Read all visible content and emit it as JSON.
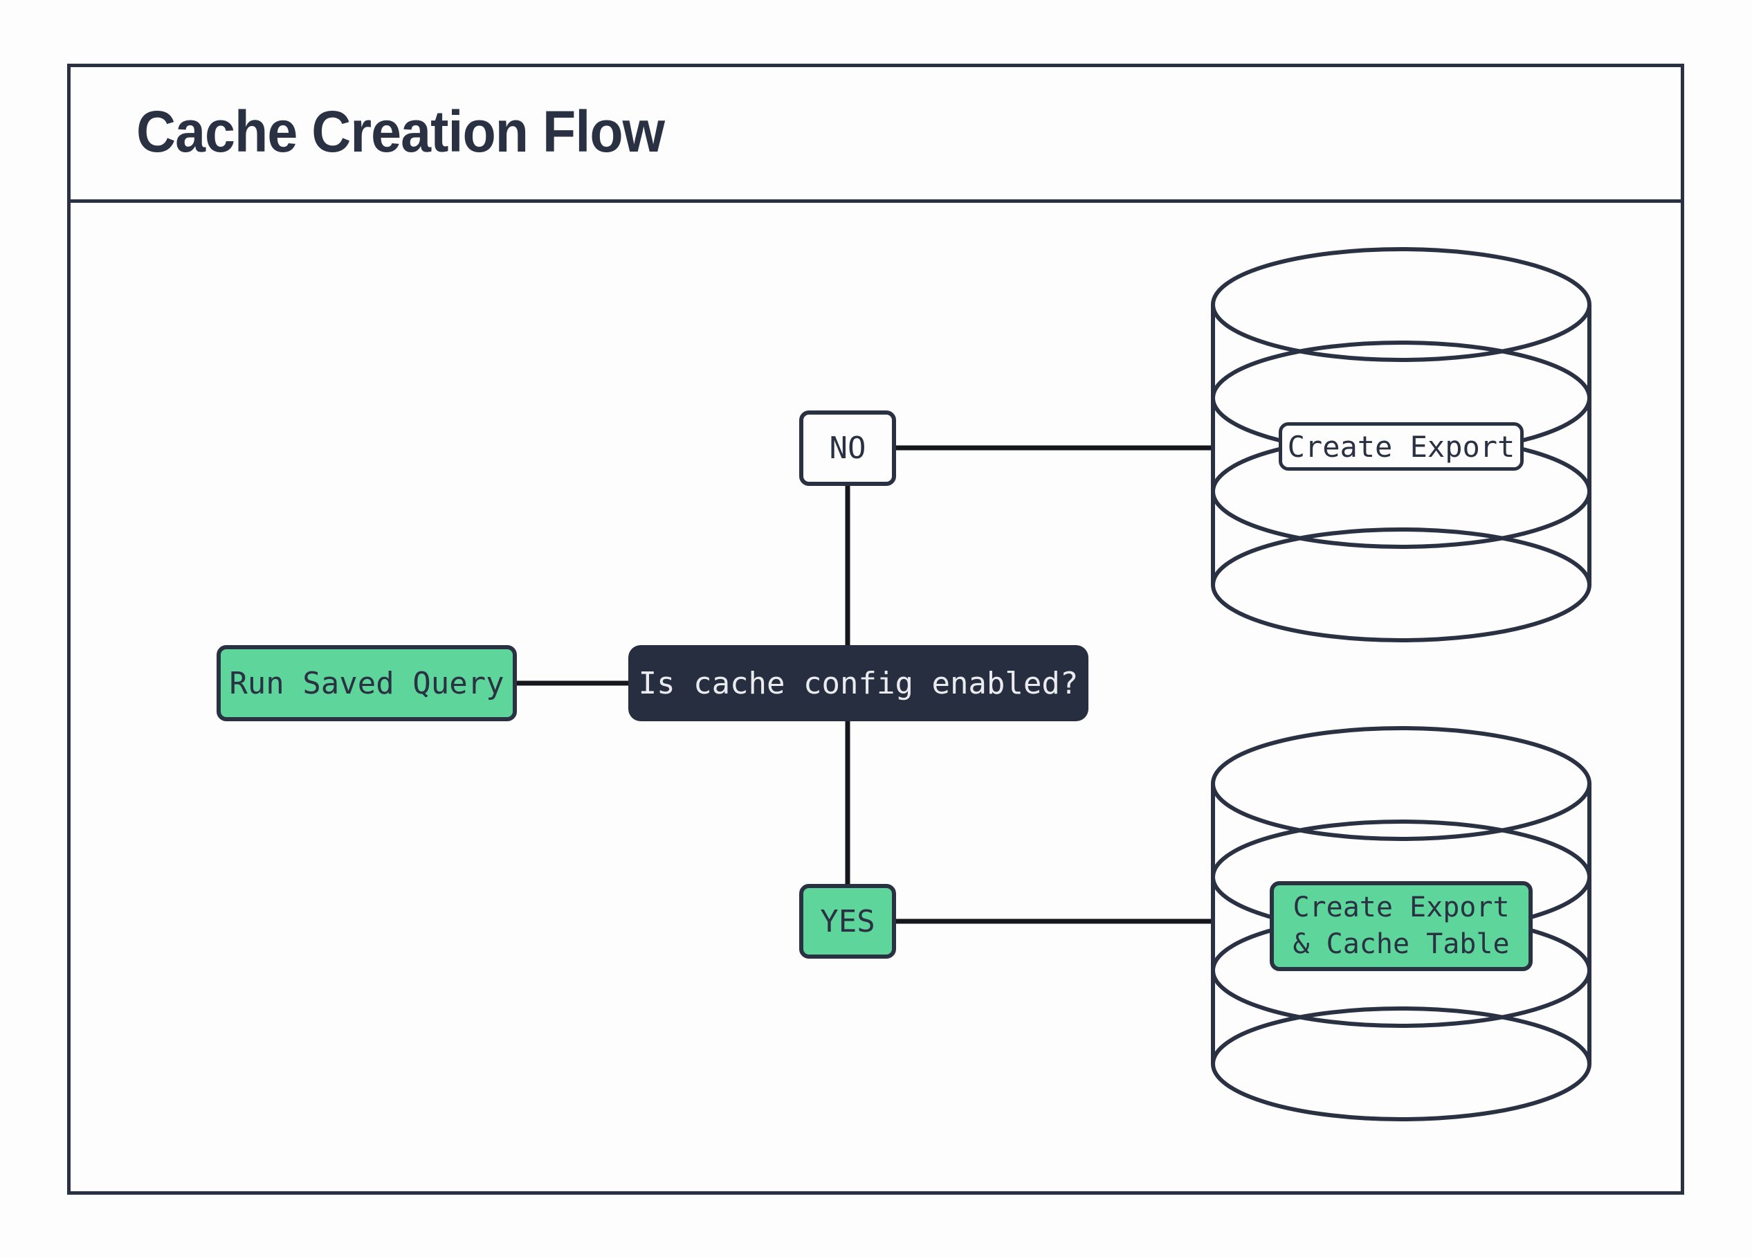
{
  "page": {
    "title": "Cache Creation Flow"
  },
  "palette": {
    "ink": "#2a3142",
    "green": "#5ed59a",
    "decision_fill": "#272e3f",
    "connector": "#15171c",
    "paper": "#fdfdfe"
  },
  "flow": {
    "start": {
      "label": "Run Saved Query"
    },
    "decision": {
      "label": "Is cache config enabled?"
    },
    "branch_no": {
      "label": "NO"
    },
    "branch_yes": {
      "label": "YES"
    },
    "no_result": {
      "label": "Create Export"
    },
    "yes_result": {
      "line1": "Create Export",
      "line2": "& Cache Table"
    }
  }
}
